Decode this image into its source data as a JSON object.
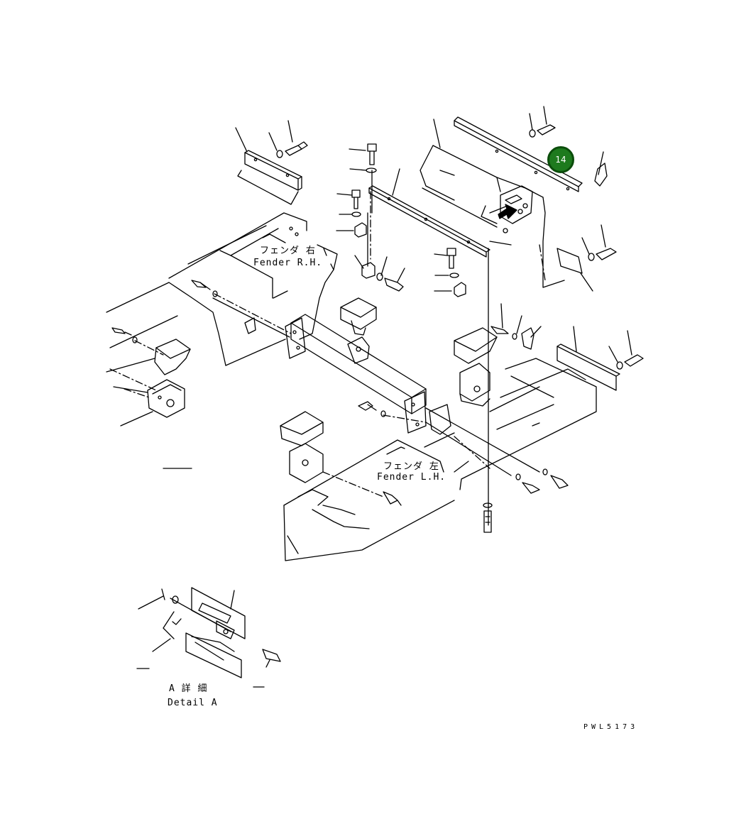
{
  "labels": {
    "fender_rh_jp": "フェンダ 右",
    "fender_rh_en": "Fender R.H.",
    "fender_lh_jp": "フェンダ 左",
    "fender_lh_en": "Fender L.H.",
    "detail_jp": "A 詳 細",
    "detail_en": "Detail A",
    "drawing_number": "PWL5173"
  },
  "callout": {
    "number": "14",
    "fill_color": "#1e7a1e",
    "border_color": "#0b4d0b"
  },
  "line_color": "#000000",
  "arrow_color": "#000000"
}
